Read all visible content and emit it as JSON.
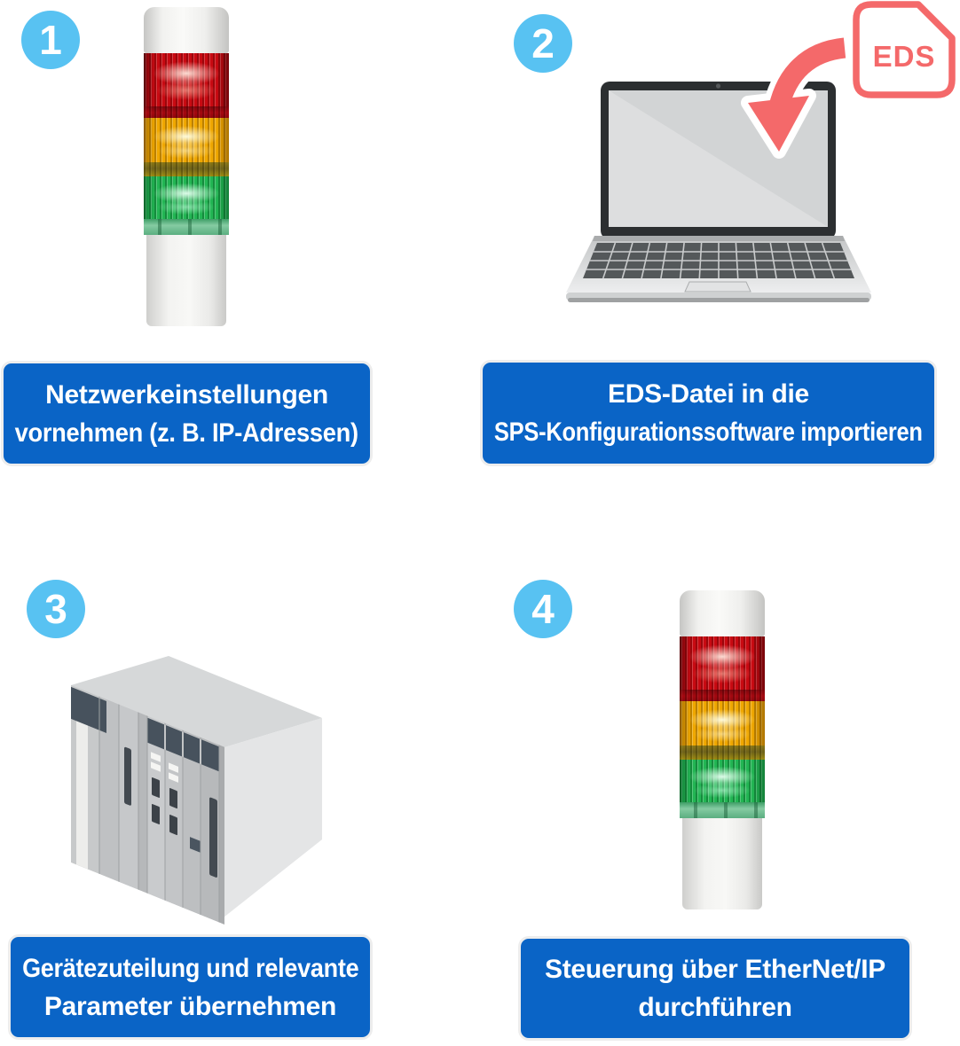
{
  "colors": {
    "badge_blue": "#58C2F2",
    "label_box_blue": "#0A64C6",
    "label_text": "#FFFFFF",
    "coral_accent": "#F4696A",
    "tower_red": "#C80A12",
    "tower_amber": "#EFA700",
    "tower_green": "#22B553"
  },
  "icons": {
    "step_badge": "numbered-circle-badge",
    "eds_file": "document-file-with-cut-corner",
    "import_arrow": "curved-down-arrow",
    "illustrations": [
      "signal-tower",
      "laptop-with-eds-import",
      "plc-rack",
      "signal-tower"
    ]
  },
  "steps": [
    {
      "number": "1",
      "illustration": "signal-tower",
      "label_lines": [
        "Netzwerkeinstellungen",
        "vornehmen (z. B. IP-Adressen)"
      ]
    },
    {
      "number": "2",
      "illustration": "laptop-with-eds-import",
      "eds_badge_text": "EDS",
      "label_lines": [
        "EDS-Datei in die",
        "SPS-Konfigurationssoftware importieren"
      ]
    },
    {
      "number": "3",
      "illustration": "plc-rack",
      "label_lines": [
        "Gerätezuteilung und relevante",
        "Parameter übernehmen"
      ]
    },
    {
      "number": "4",
      "illustration": "signal-tower",
      "label_lines": [
        "Steuerung über EtherNet/IP",
        "durchführen"
      ]
    }
  ]
}
